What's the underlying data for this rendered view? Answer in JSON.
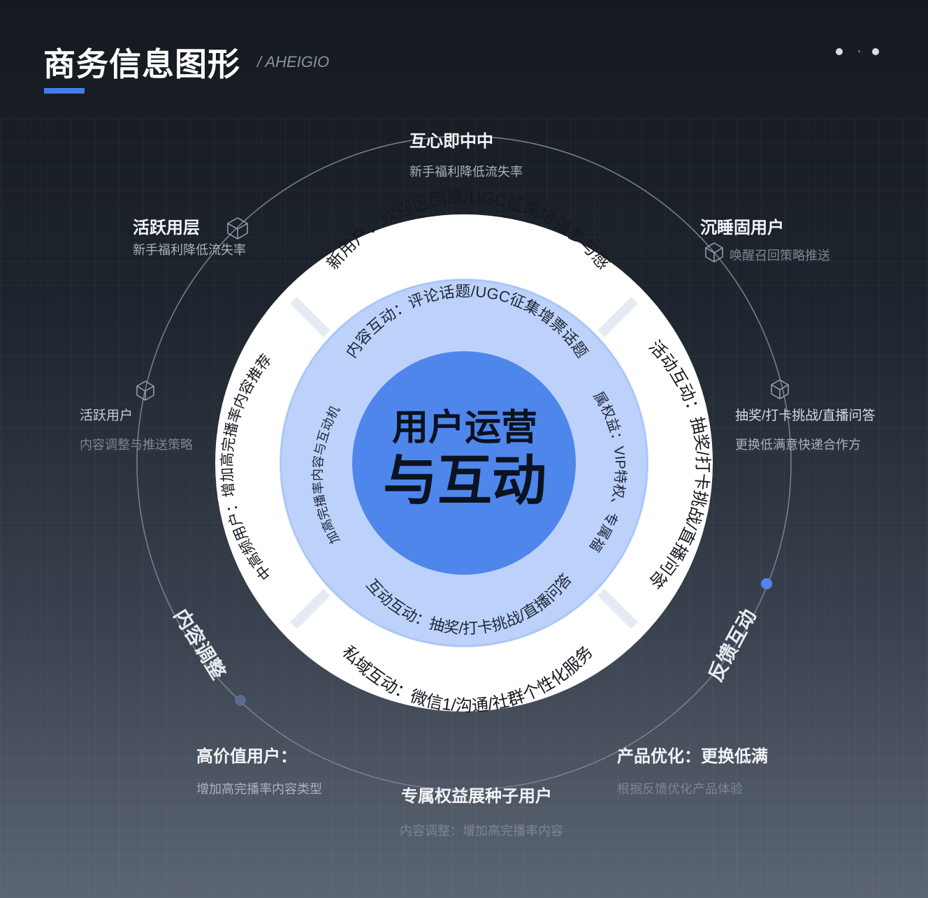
{
  "header": {
    "title": "商务信息图形",
    "subtitle": "/ AHEIGIO"
  },
  "center": {
    "line1": "用户运营",
    "line2": "与互动"
  },
  "outer_ring": {
    "top": "新用户：欢迎区回题/UGC征集增强参与感",
    "right": "活动互动：抽奖/打卡挑战/直播问答",
    "bottom": "私域互动：微信1/沟通/社群个性化服务",
    "left": "中高频用户：增加高完播率内容推荐"
  },
  "middle_ring": {
    "top": "内容互动：评论话题/UGC征集增票话题",
    "right": "专属权益：VIP特权、专属福利",
    "bottom": "互动互动：抽奖/打卡挑战/直播问答",
    "left": "增加高完播率内容与互动机制"
  },
  "nodes": {
    "top": {
      "title": "互心即中中",
      "sub": "新手福利降低流失率"
    },
    "top_left": {
      "title": "活跃用层",
      "sub": "新手福利降低流失率"
    },
    "top_right": {
      "title": "沉睡固用户",
      "sub": "唤醒召回策略推送"
    },
    "left": {
      "title": "活跃用户",
      "sub": "内容调整与推送策略"
    },
    "right": {
      "title": "抽奖/打卡挑战/直播问答",
      "sub": "更换低满意快递合作方"
    },
    "bottom_left": {
      "title": "高价值用户：",
      "sub": "增加高完播率内容类型"
    },
    "bottom": {
      "title": "专属权益展种子用户",
      "sub": "内容调整：增加高完播率内容"
    },
    "bottom_right": {
      "title": "产品优化：更换低满",
      "sub": "根据反馈优化产品体验"
    }
  },
  "arc_labels": {
    "left": "内容调整",
    "right": "反馈互动"
  },
  "colors": {
    "accent": "#3f7ee8",
    "core": "#4f86ec",
    "middle_ring": "#bcd2fb",
    "outer_ring": "#ffffff"
  }
}
